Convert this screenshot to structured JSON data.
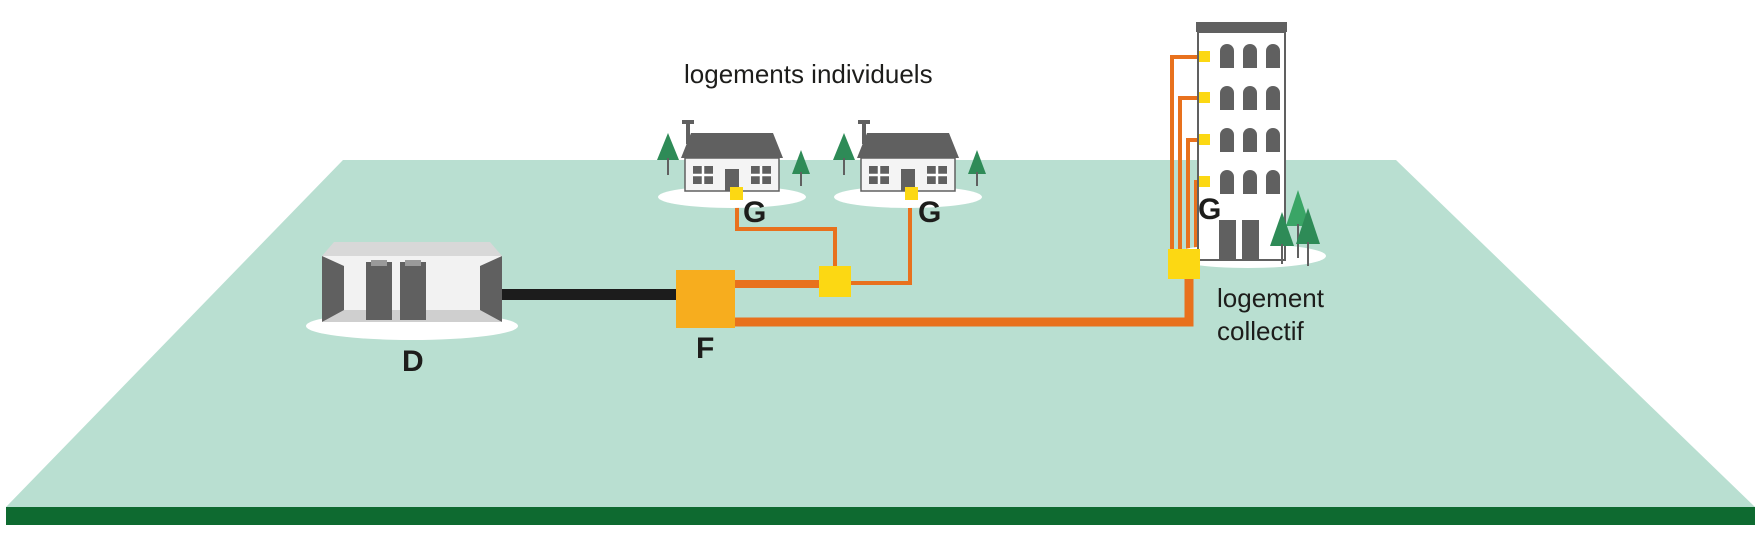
{
  "labels": {
    "individual_housing": "logements individuels",
    "collective_housing_line1": "logement",
    "collective_housing_line2": "collectif",
    "distribution_letter": "D",
    "hub_letter": "F",
    "house1_letter": "G",
    "house2_letter": "G",
    "building_letter": "G"
  },
  "colors": {
    "ground": "#b9dfd1",
    "ground_edge": "#0e6a30",
    "fiber": "#e8711d",
    "cable": "#1c1c1c",
    "hub": "#f7ad1e",
    "splitter": "#fcd813",
    "building": "#606060",
    "window": "#ffffff",
    "tree_dark": "#2e8b57",
    "tree_light": "#3aa566"
  }
}
